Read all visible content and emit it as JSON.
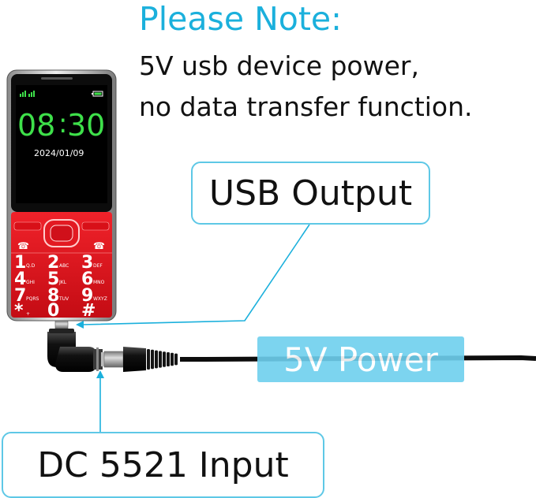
{
  "note": {
    "title": "Please Note:",
    "line1": "5V usb device power,",
    "line2": "no data transfer function."
  },
  "labels": {
    "usb_output": "USB Output",
    "power": "5V Power",
    "dc_input": "DC 5521 Input"
  },
  "phone": {
    "time_hours": "08",
    "time_minutes": "30",
    "date": "2024/01/09",
    "keys": [
      {
        "num": "1",
        "sub": "Q.D"
      },
      {
        "num": "2",
        "sub": "ABC"
      },
      {
        "num": "3",
        "sub": "DEF"
      },
      {
        "num": "4",
        "sub": "GHI"
      },
      {
        "num": "5",
        "sub": "JKL"
      },
      {
        "num": "6",
        "sub": "MNO"
      },
      {
        "num": "7",
        "sub": "PQRS"
      },
      {
        "num": "8",
        "sub": "TUV"
      },
      {
        "num": "9",
        "sub": "WXYZ"
      },
      {
        "num": "*",
        "sub": "+"
      },
      {
        "num": "0",
        "sub": ""
      },
      {
        "num": "#",
        "sub": ""
      }
    ]
  },
  "colors": {
    "accent": "#1bb0dc",
    "box_border": "#5ec8e6",
    "power_fill": "#6ed0ee",
    "phone_red": "#e0141c",
    "screen_green": "#3ee04a"
  },
  "icons": [
    "signal-icon",
    "battery-icon",
    "connector-icon",
    "arrow-icon"
  ]
}
